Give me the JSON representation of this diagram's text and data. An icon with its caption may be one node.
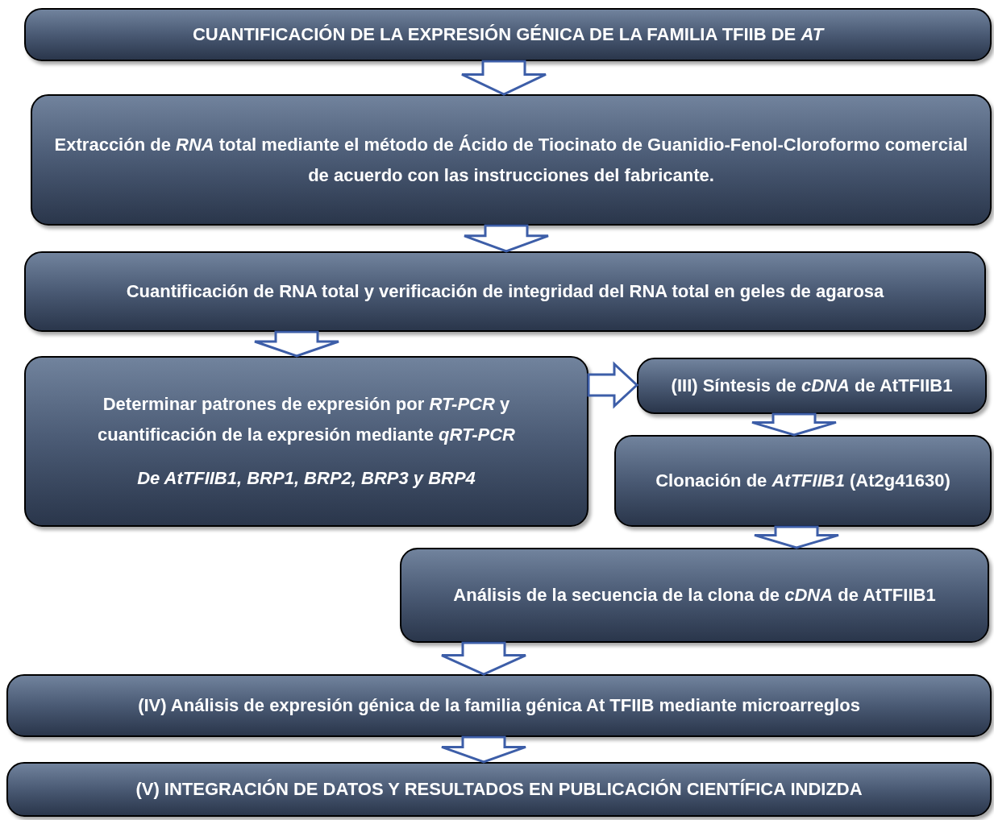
{
  "diagram": {
    "nodes": [
      {
        "text": [
          "CUANTIFICACIÓN DE LA EXPRESIÓN GÉNICA DE LA FAMILIA TFIIB DE *AT*"
        ]
      },
      {
        "text": [
          "Extracción de *RNA* total mediante el método de Ácido de Tiocinato de Guanidio-Fenol-Cloroformo comercial de acuerdo con las instrucciones del fabricante."
        ]
      },
      {
        "text": [
          "Cuantificación de RNA total y verificación de integridad del RNA total en geles de agarosa"
        ]
      },
      {
        "text": [
          "Determinar patrones de expresión por *RT-PCR* y cuantificación de la expresión mediante *qRT-PCR*",
          "De AtTFIIB1, BRP1, BRP2, BRP3 y BRP4"
        ]
      },
      {
        "text": [
          "(III) Síntesis de *cDNA* de AtTFIIB1"
        ]
      },
      {
        "text": [
          "Clonación de *AtTFIIB1* (At2g41630)"
        ]
      },
      {
        "text": [
          "Análisis de la secuencia de la clona de *cDNA* de AtTFIIB1"
        ]
      },
      {
        "text": [
          "(IV) Análisis de expresión génica de la familia génica At TFIIB mediante microarreglos"
        ]
      },
      {
        "text": [
          "(V) INTEGRACIÓN DE DATOS Y RESULTADOS EN PUBLICACIÓN CIENTÍFICA INDIZDA"
        ]
      }
    ],
    "edges": [
      {
        "from": 0,
        "to": 1,
        "arrow": "to"
      },
      {
        "from": 1,
        "to": 2,
        "arrow": "to"
      },
      {
        "from": 2,
        "to": 3,
        "arrow": "to"
      },
      {
        "from": 3,
        "to": 4,
        "arrow": "to"
      },
      {
        "from": 4,
        "to": 5,
        "arrow": "to"
      },
      {
        "from": 5,
        "to": 6,
        "arrow": "to"
      },
      {
        "from": 6,
        "to": 7,
        "arrow": "to"
      },
      {
        "from": 7,
        "to": 8,
        "arrow": "to"
      }
    ]
  }
}
